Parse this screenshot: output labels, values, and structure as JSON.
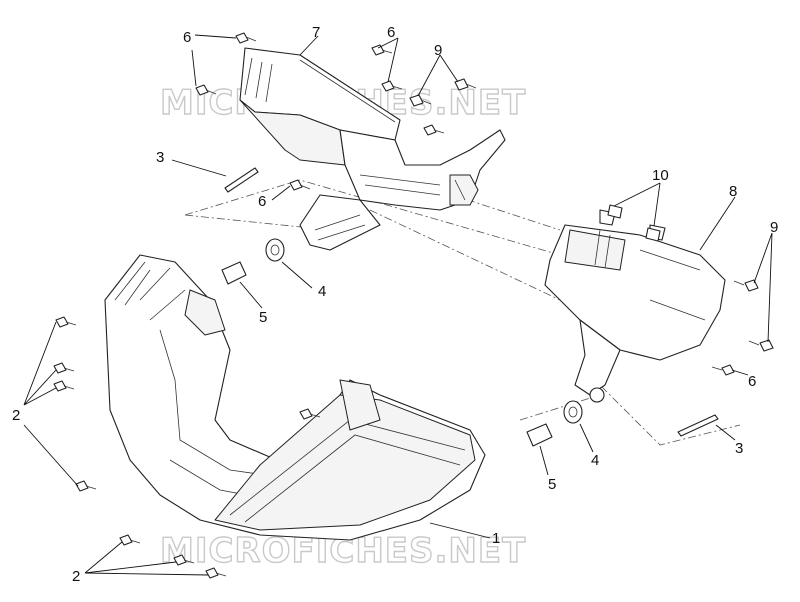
{
  "watermark": {
    "top": "MICROFICHES.NET",
    "bottom": "MICROFICHES.NET"
  },
  "callouts": {
    "c1": "1",
    "c2a": "2",
    "c2b": "2",
    "c3a": "3",
    "c3b": "3",
    "c4a": "4",
    "c4b": "4",
    "c5a": "5",
    "c5b": "5",
    "c6a": "6",
    "c6b": "6",
    "c6c": "6",
    "c6d": "6",
    "c7": "7",
    "c8": "8",
    "c9a": "9",
    "c9b": "9",
    "c10": "10"
  }
}
